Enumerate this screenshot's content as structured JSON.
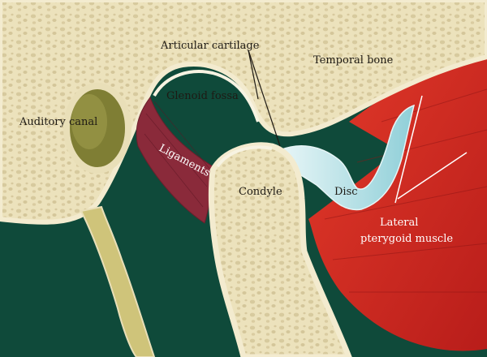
{
  "labels": {
    "articular_cartilage": "Articular cartilage",
    "temporal_bone": "Temporal bone",
    "glenoid_fossa": "Glenoid fossa",
    "auditory_canal": "Auditory canal",
    "ligaments": "Ligaments",
    "condyle": "Condyle",
    "disc": "Disc",
    "lateral_line1": "Lateral",
    "lateral_line2": "pterygoid muscle"
  },
  "colors": {
    "background": "#0f4a3a",
    "bone": "#ece2bc",
    "bone_pattern": "#c9b98a",
    "cartilage": "#f4f0de",
    "ligament": "#8a2a3a",
    "muscle": "#d42a22",
    "disc": "#bfe3e8",
    "canal": "#8b8a3a"
  }
}
